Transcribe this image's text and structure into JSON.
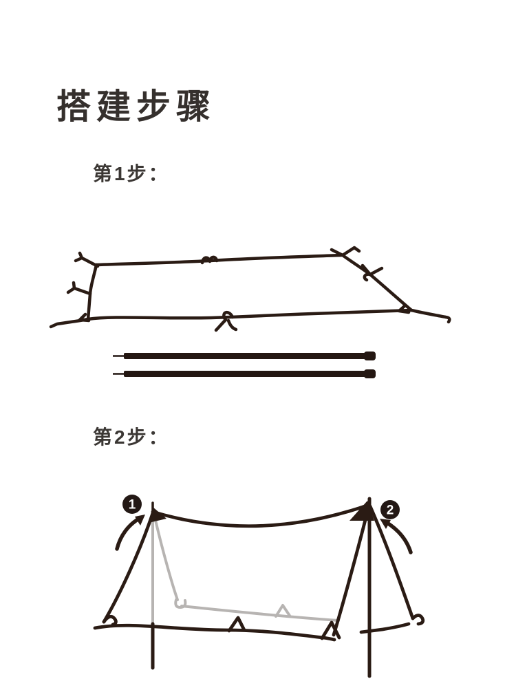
{
  "page": {
    "title": "搭建步骤",
    "background": "#ffffff",
    "title_color": "#35302d",
    "line_color": "#2a1b14",
    "gray_line_color": "#b7b4b2"
  },
  "step1": {
    "label": "第1步：",
    "alt": "flat tarp staked out with guy ropes, two folding poles below"
  },
  "step2": {
    "label": "第2步：",
    "alt": "tarp pitched upright on two poles",
    "markers": [
      {
        "number": "1"
      },
      {
        "number": "2"
      }
    ]
  }
}
